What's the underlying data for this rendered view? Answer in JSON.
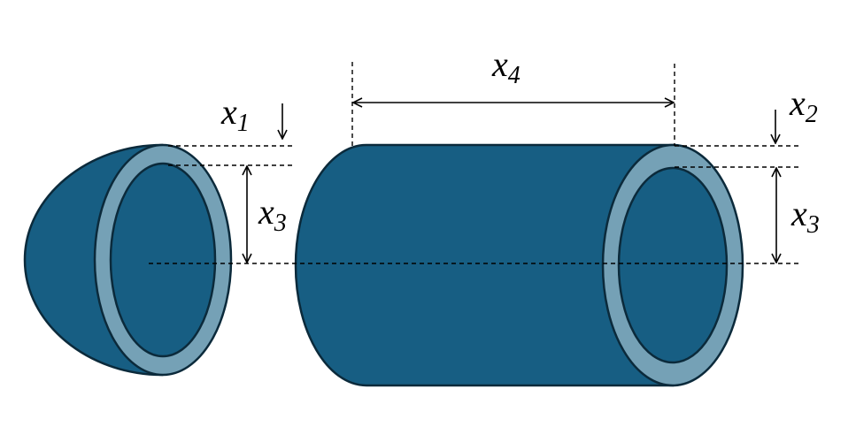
{
  "colors": {
    "body_fill": "#175E83",
    "ring_fill": "#75A1B6",
    "outline": "#0B2A3B",
    "line": "#000000",
    "background": "#FFFFFF"
  },
  "labels": {
    "x1": {
      "base": "x",
      "sub": "1"
    },
    "x2": {
      "base": "x",
      "sub": "2"
    },
    "x3_head": {
      "base": "x",
      "sub": "3"
    },
    "x3_body": {
      "base": "x",
      "sub": "3"
    },
    "x4": {
      "base": "x",
      "sub": "4"
    }
  }
}
